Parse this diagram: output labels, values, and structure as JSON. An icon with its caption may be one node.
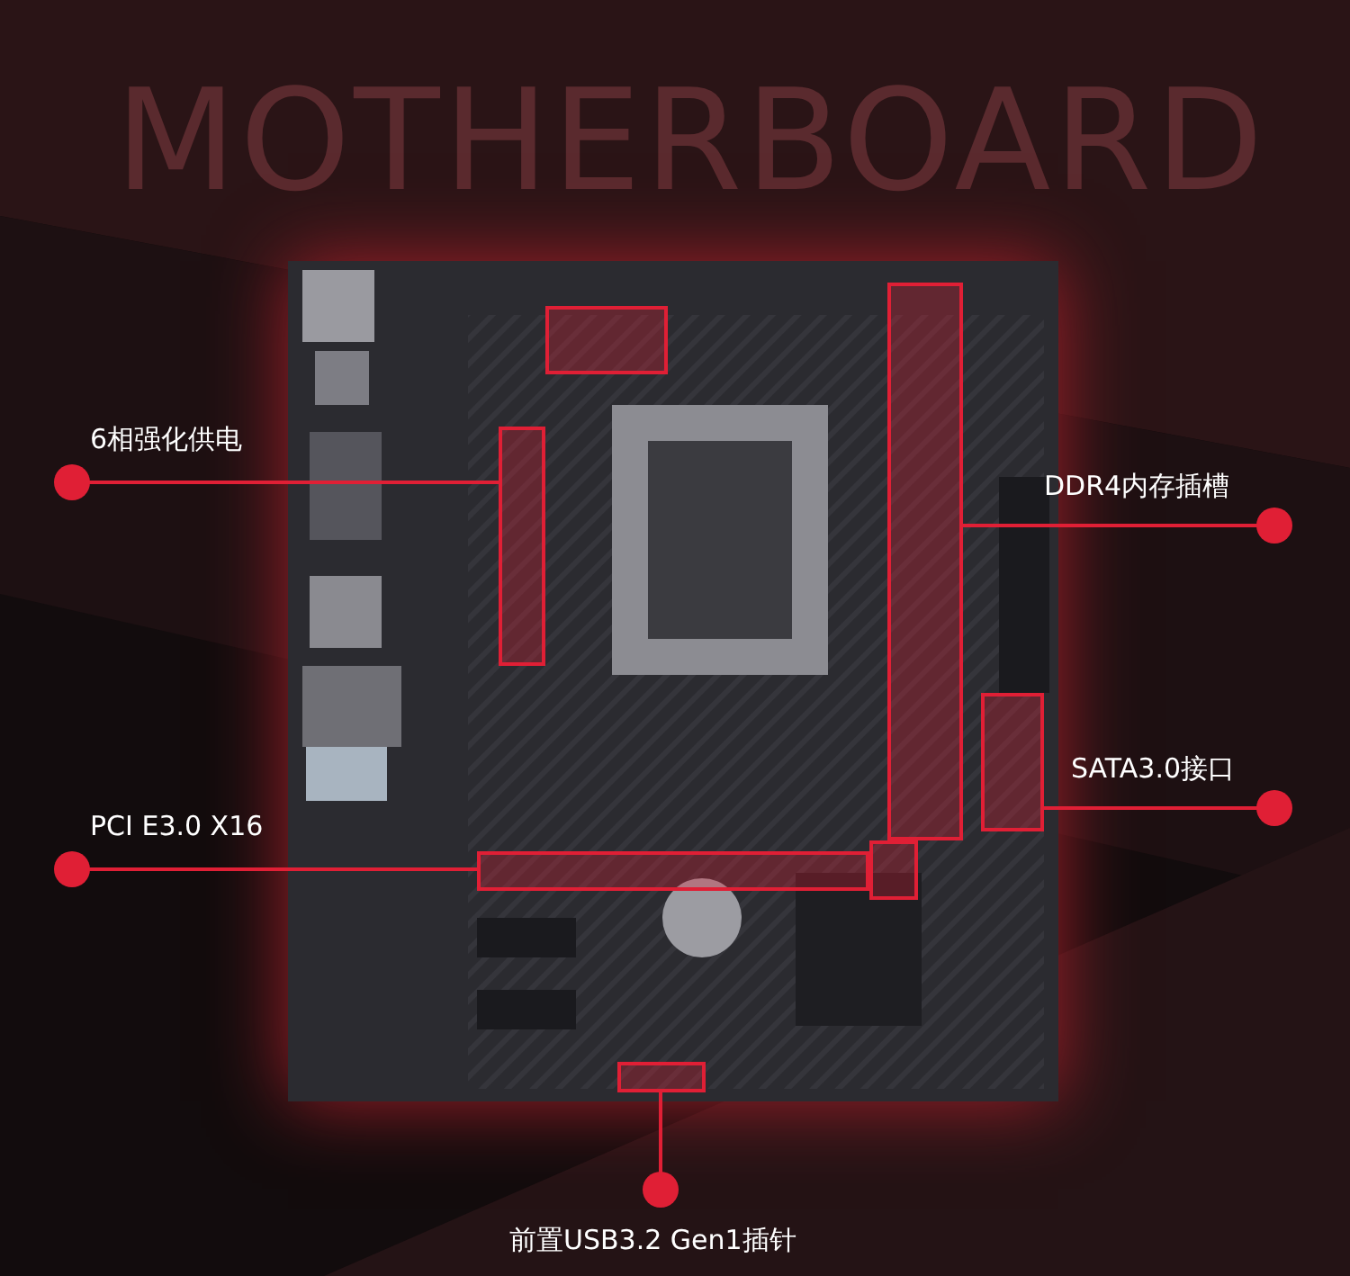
{
  "diagram": {
    "nodes": [
      {
        "text": [
          "6相强化供电"
        ]
      },
      {
        "text": [],
        "shape": "box"
      },
      {
        "text": [],
        "shape": "box"
      },
      {
        "text": [
          "DDR4内存插槽"
        ]
      },
      {
        "text": [],
        "shape": "box"
      },
      {
        "text": [
          "SATA3.0接口"
        ]
      },
      {
        "text": [],
        "shape": "box"
      },
      {
        "text": [
          "PCI E3.0 X16"
        ]
      },
      {
        "text": [],
        "shape": "box"
      },
      {
        "text": [],
        "shape": "box"
      },
      {
        "text": [
          "前置USB3.2 Gen1插针"
        ]
      },
      {
        "text": [],
        "shape": "box"
      }
    ],
    "edges": [
      {
        "from": 0,
        "to": 1,
        "arrow": "other"
      },
      {
        "from": 3,
        "to": 4,
        "arrow": "other"
      },
      {
        "from": 5,
        "to": 6,
        "arrow": "other"
      },
      {
        "from": 7,
        "to": 8,
        "arrow": "other"
      },
      {
        "from": 10,
        "to": 11,
        "arrow": "other"
      }
    ],
    "labels": [
      "MOTHERBOARD"
    ]
  }
}
